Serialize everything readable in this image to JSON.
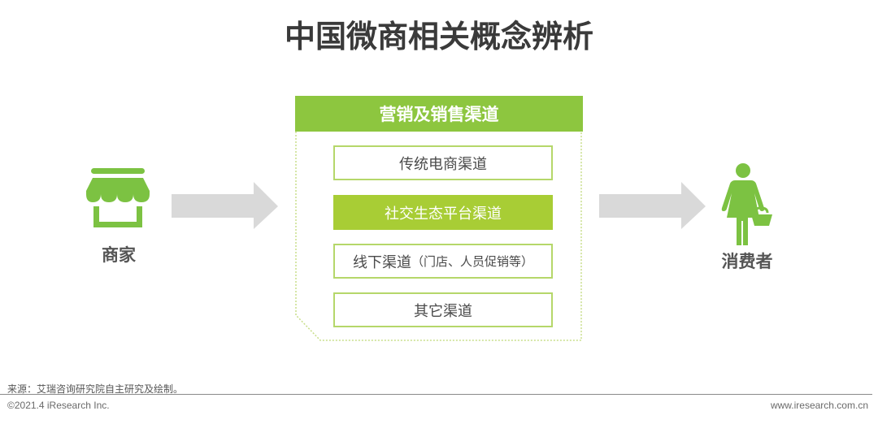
{
  "title": "中国微商相关概念辨析",
  "merchant": {
    "label": "商家",
    "icon": "storefront-icon"
  },
  "consumer": {
    "label": "消费者",
    "icon": "shopper-with-basket-icon"
  },
  "panel": {
    "header": "营销及销售渠道",
    "channels": [
      {
        "label": "传统电商渠道",
        "sub": "",
        "highlighted": false
      },
      {
        "label": "社交生态平台渠道",
        "sub": "",
        "highlighted": true
      },
      {
        "label": "线下渠道",
        "sub": "（门店、人员促销等）",
        "highlighted": false
      },
      {
        "label": "其它渠道",
        "sub": "",
        "highlighted": false
      }
    ]
  },
  "arrows": [
    "arrow-right-icon",
    "arrow-right-icon"
  ],
  "footer": {
    "source": "来源：艾瑞咨询研究院自主研究及绘制。",
    "copyright": "©2021.4 iResearch Inc.",
    "website": "www.iresearch.com.cn"
  },
  "colors": {
    "green_header": "#8dc63f",
    "green_highlight": "#a8cd35",
    "box_border": "#b5d76a",
    "arrow_gray": "#d9d9d9",
    "icon_green": "#7cc242"
  }
}
